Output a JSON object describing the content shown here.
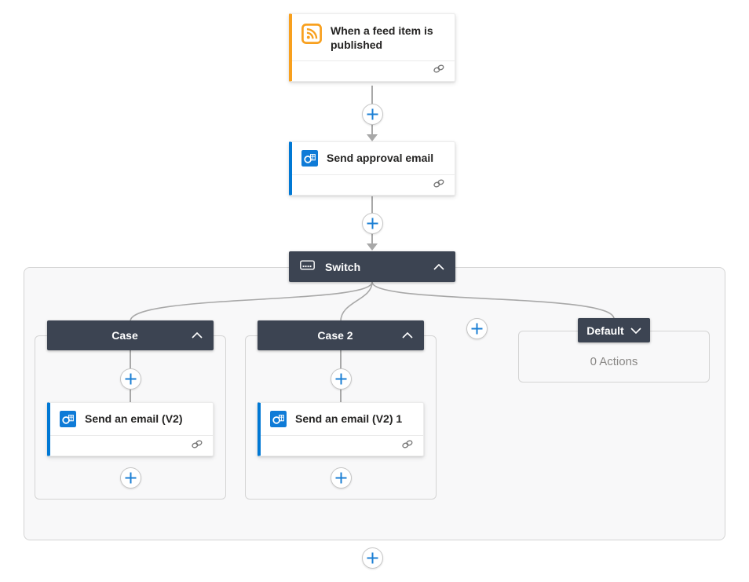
{
  "app": {
    "name": "Flow designer canvas"
  },
  "colors": {
    "trigger_accent": "#F8A01E",
    "action_accent": "#0078D4",
    "outlook_blue": "#0F7BD7",
    "dark_header": "#3C4452",
    "plus_blue": "#1B7FD4",
    "connector_gray": "#A8A8A8",
    "empty_text_gray": "#8A8886"
  },
  "flow": {
    "trigger": {
      "title": "When a feed item is published",
      "icon": "rss-icon"
    },
    "action_approval": {
      "title": "Send approval email",
      "icon": "outlook-icon"
    },
    "switch": {
      "label": "Switch",
      "icon": "switch-control-icon",
      "state": "expanded"
    },
    "cases": [
      {
        "label": "Case",
        "state": "expanded",
        "action": {
          "title": "Send an email (V2)",
          "icon": "outlook-icon"
        }
      },
      {
        "label": "Case 2",
        "state": "expanded",
        "action": {
          "title": "Send an email (V2) 1",
          "icon": "outlook-icon"
        }
      }
    ],
    "default_case": {
      "label": "Default",
      "state": "collapsed",
      "empty_text": "0 Actions"
    }
  }
}
